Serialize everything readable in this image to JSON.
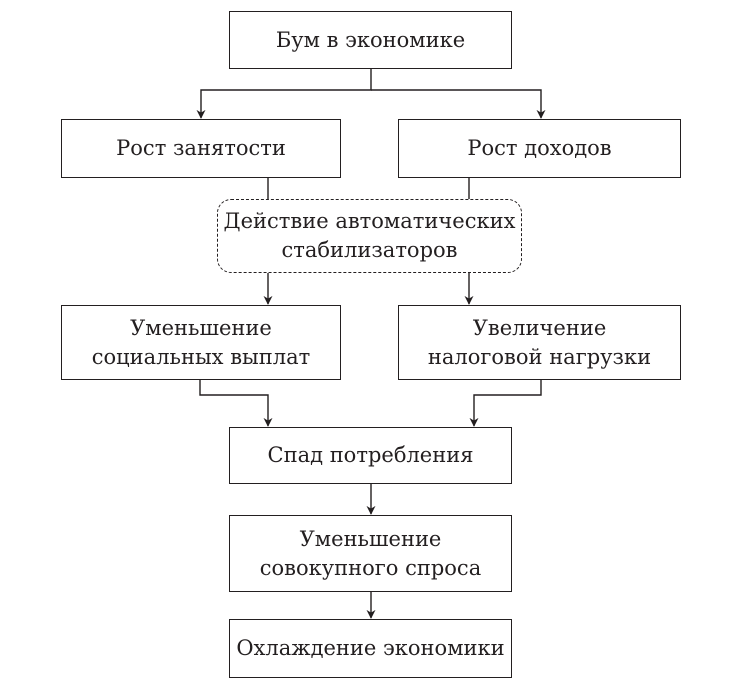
{
  "diagram": {
    "nodes": {
      "boom": [
        "Бум в экономике"
      ],
      "employment": [
        "Рост занятости"
      ],
      "income": [
        "Рост доходов"
      ],
      "stabilizers": [
        "Действие автоматических",
        "стабилизаторов"
      ],
      "social": [
        "Уменьшение",
        "социальных выплат"
      ],
      "tax": [
        "Увеличение",
        "налоговой нагрузки"
      ],
      "consumption": [
        "Спад потребления"
      ],
      "demand": [
        "Уменьшение",
        "совокупного спроса"
      ],
      "cooling": [
        "Охлаждение экономики"
      ]
    },
    "edges": [
      {
        "from": "boom",
        "to": "employment"
      },
      {
        "from": "boom",
        "to": "income"
      },
      {
        "from": "employment",
        "to": "social"
      },
      {
        "from": "income",
        "to": "tax"
      },
      {
        "from": "social",
        "to": "consumption"
      },
      {
        "from": "tax",
        "to": "consumption"
      },
      {
        "from": "consumption",
        "to": "demand"
      },
      {
        "from": "demand",
        "to": "cooling"
      }
    ],
    "colors": {
      "stroke": "#231f20",
      "background": "#ffffff"
    }
  }
}
